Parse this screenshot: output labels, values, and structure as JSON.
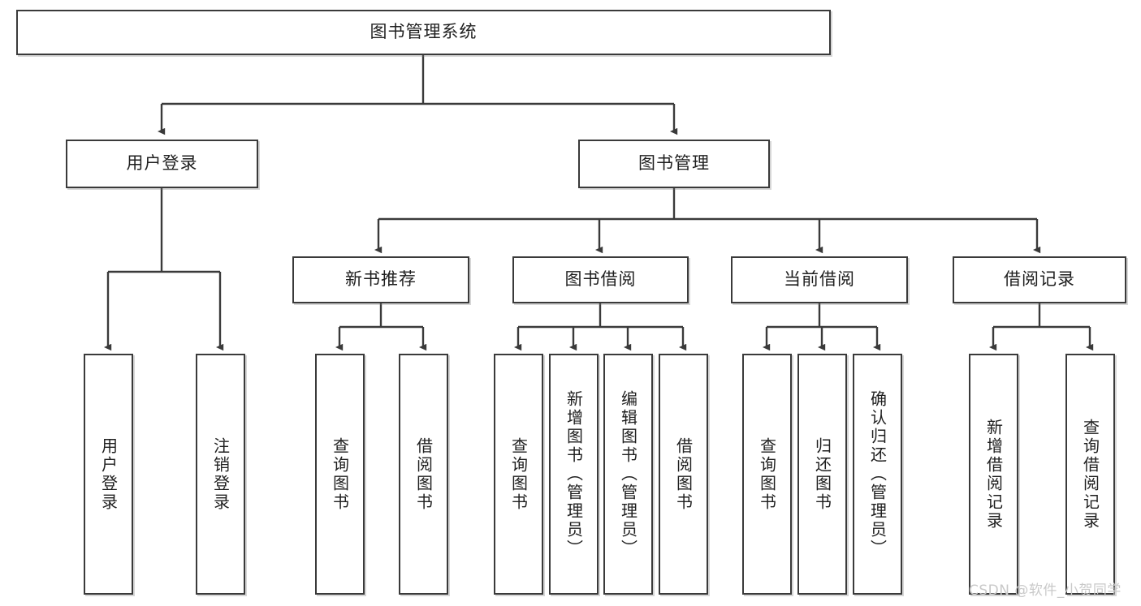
{
  "diagram": {
    "title_text": "图书管理系统",
    "watermark": "CSDN @软件_小贺同学",
    "colors": {
      "background": "#ffffff",
      "border": "#3a3a3a",
      "text": "#1f1f1f",
      "connector": "#3a3a3a",
      "watermark": "#c9c9c9"
    },
    "nodes": {
      "root": {
        "label": "图书管理系统"
      },
      "level2": [
        {
          "label": "用户登录"
        },
        {
          "label": "图书管理"
        }
      ],
      "level3": [
        {
          "label": "新书推荐"
        },
        {
          "label": "图书借阅"
        },
        {
          "label": "当前借阅"
        },
        {
          "label": "借阅记录"
        }
      ],
      "user_login_leaves": [
        {
          "label": "用户登录"
        },
        {
          "label": "注销登录"
        }
      ],
      "new_book_leaves": [
        {
          "label": "查询图书"
        },
        {
          "label": "借阅图书"
        }
      ],
      "borrow_leaves": [
        {
          "label": "查询图书"
        },
        {
          "label": "新增图书（管理员）"
        },
        {
          "label": "编辑图书（管理员）"
        },
        {
          "label": "借阅图书"
        }
      ],
      "current_borrow_leaves": [
        {
          "label": "查询图书"
        },
        {
          "label": "归还图书"
        },
        {
          "label": "确认归还（管理员）"
        }
      ],
      "record_leaves": [
        {
          "label": "新增借阅记录"
        },
        {
          "label": "查询借阅记录"
        }
      ]
    }
  }
}
